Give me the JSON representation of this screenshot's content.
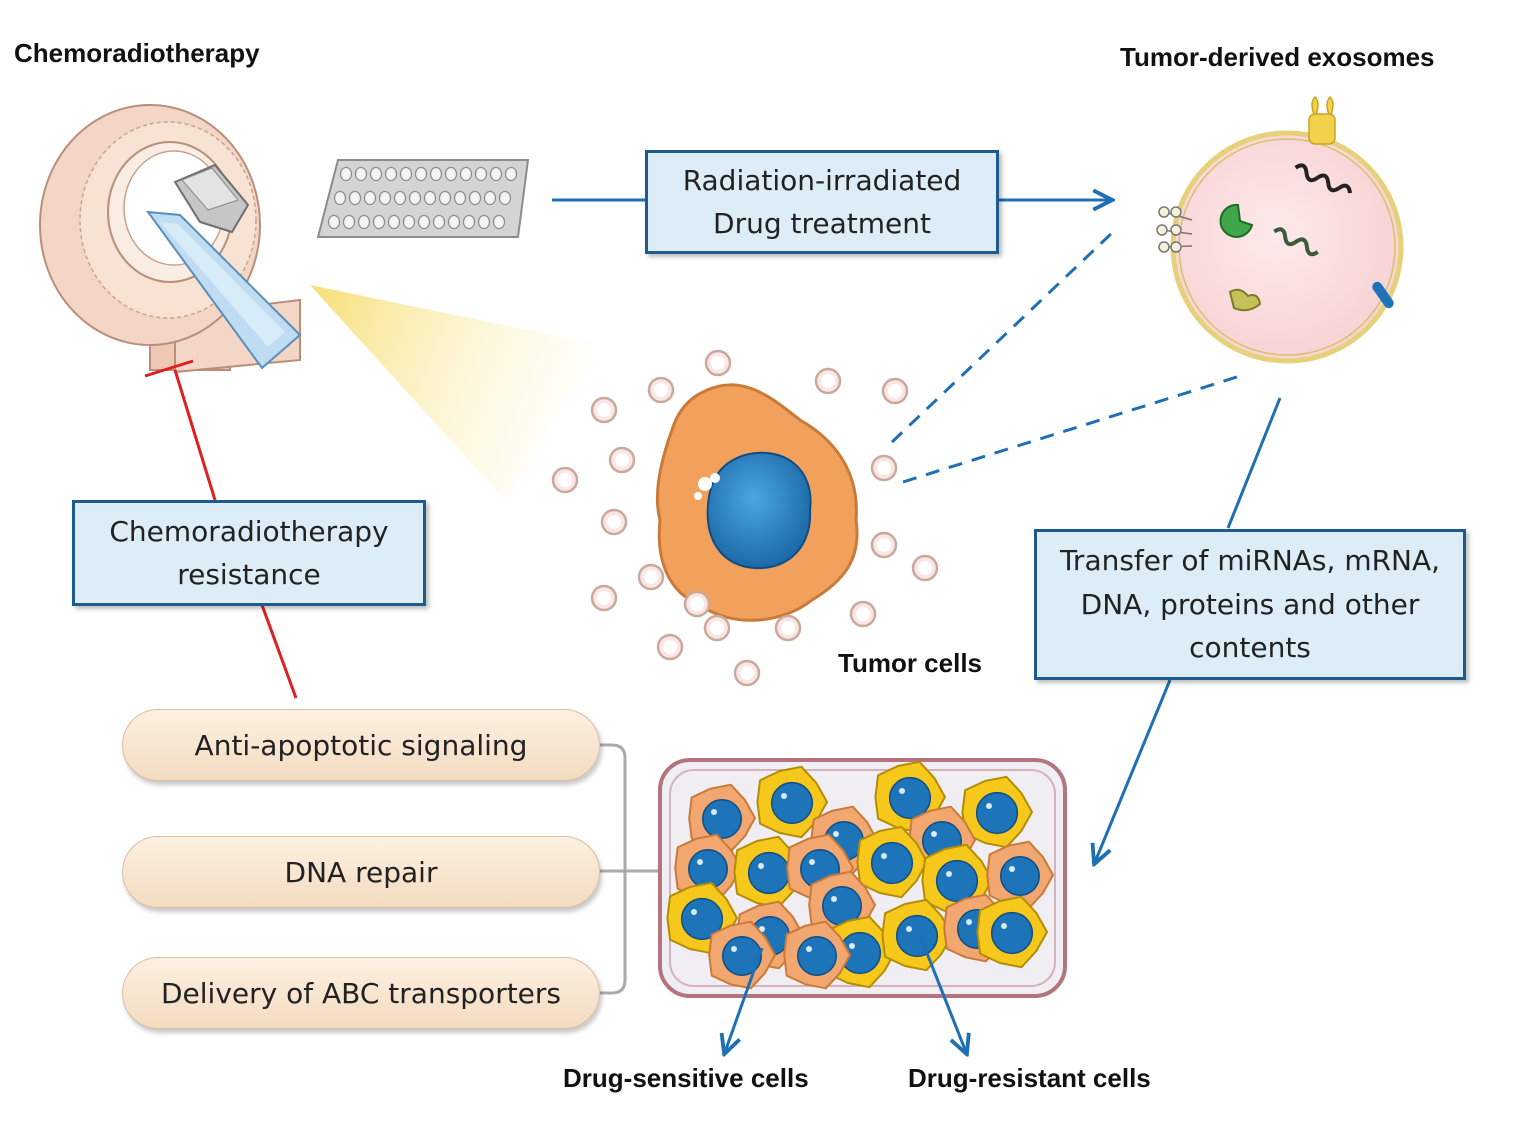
{
  "headings": {
    "chemoradiotherapy": "Chemoradiotherapy",
    "exosomes": "Tumor-derived exosomes",
    "tumor_cells": "Tumor cells",
    "drug_sensitive": "Drug-sensitive cells",
    "drug_resistant": "Drug-resistant cells"
  },
  "boxes": {
    "treatment": [
      "Radiation-irradiated",
      "Drug treatment"
    ],
    "resistance": [
      "Chemoradiotherapy",
      "resistance"
    ],
    "transfer": [
      "Transfer of miRNAs, mRNA,",
      "DNA, proteins and other",
      "contents"
    ]
  },
  "mechanisms": [
    "Anti-apoptotic signaling",
    "DNA repair",
    "Delivery of ABC transporters"
  ],
  "icons": [
    "ct-scanner-icon",
    "pill-blister-icon",
    "tumor-cell-icon",
    "exosome-icon",
    "cell-dish-icon"
  ],
  "colors": {
    "arrow_blue": "#1f6fb5",
    "inhibit_red": "#e02020",
    "box_fill": "#dcedf7",
    "box_border": "#1f5a8c",
    "tumor_orange": "#f2a15c",
    "nucleus_blue": "#1e74b8",
    "resistant_yellow": "#f7c81c"
  }
}
